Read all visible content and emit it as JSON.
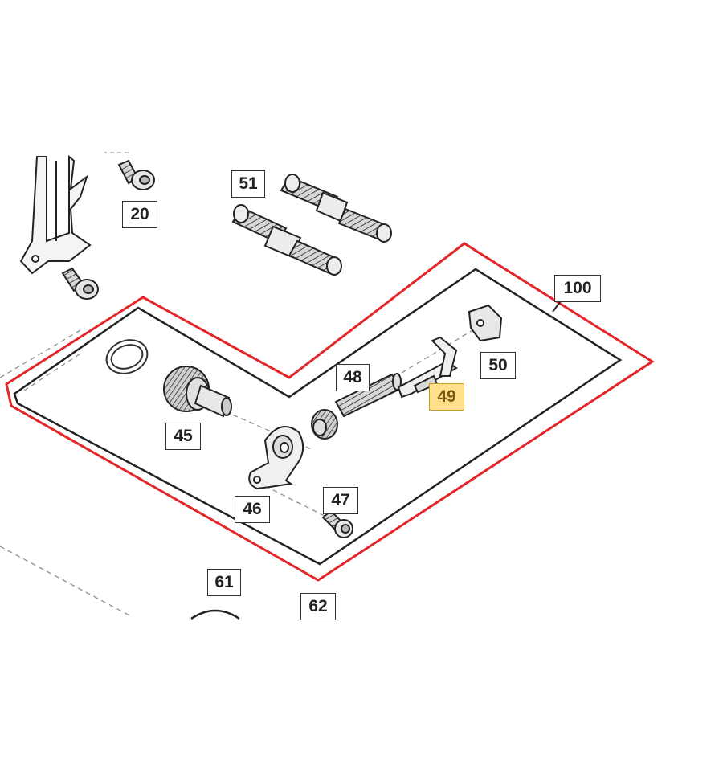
{
  "diagram": {
    "kit_outline_color": "#e32629",
    "highlight_color": "#ffe08a",
    "highlighted_part": "49",
    "parts": [
      {
        "label": "20",
        "icon": "screw-icon"
      },
      {
        "label": "51",
        "icon": "stud-bolt-icon"
      },
      {
        "label": "100",
        "icon": "kit-outline"
      },
      {
        "label": "48",
        "icon": "worm-gear-icon"
      },
      {
        "label": "49",
        "icon": "adjuster-plate-icon"
      },
      {
        "label": "50",
        "icon": "square-nut-icon"
      },
      {
        "label": "45",
        "icon": "helical-gear-icon"
      },
      {
        "label": "46",
        "icon": "bracket-icon"
      },
      {
        "label": "47",
        "icon": "screw-icon"
      },
      {
        "label": "61",
        "icon": "ring-icon"
      },
      {
        "label": "62",
        "icon": "part-icon"
      }
    ]
  }
}
